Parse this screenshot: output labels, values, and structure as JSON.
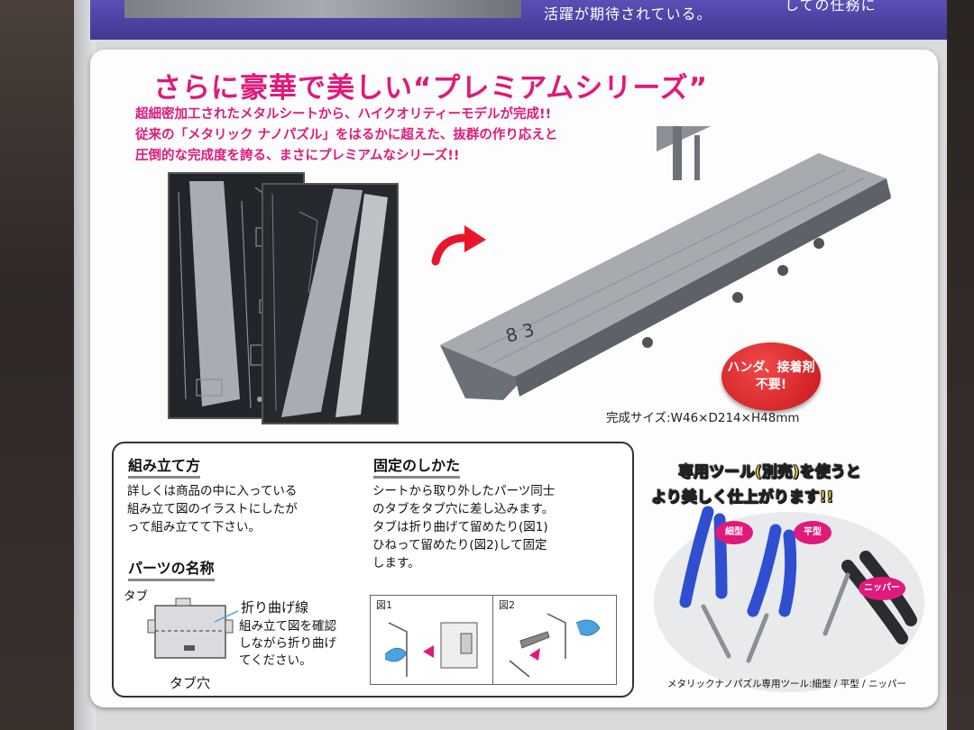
{
  "top_banner": {
    "text_left": "活躍が期待されている。",
    "text_right": "しての任務に"
  },
  "section": {
    "title": "さらに豪華で美しい“プレミアムシリーズ”",
    "description": [
      "超細密加工されたメタルシートから、ハイクオリティーモデルが完成!!",
      "従来の「メタリック ナノパズル」をはるかに超えた、抜群の作り応えと",
      "圧倒的な完成度を誇る、まさにプレミアムなシリーズ!!"
    ]
  },
  "badge": {
    "line1": "ハンダ、接着剤",
    "line2": "不要!"
  },
  "size_text": "完成サイズ:W46×D214×H48mm",
  "instructions": {
    "assembly": {
      "heading": "組み立て方",
      "lines": [
        "詳しくは商品の中に入っている",
        "組み立て図のイラストにしたが",
        "って組み立てて下さい。"
      ]
    },
    "parts": {
      "heading": "パーツの名称",
      "tab_label": "タブ",
      "fold_label": "折り曲げ線",
      "fold_notes": [
        "組み立て図を確認",
        "しながら折り曲げ",
        "てください。"
      ],
      "tab_hole_label": "タブ穴"
    },
    "fixing": {
      "heading": "固定のしかた",
      "lines": [
        "シートから取り外したパーツ同士",
        "のタブをタブ穴に差し込みます。",
        "タブは折り曲げて留めたり(図1)",
        "ひねって留めたり(図2)して固定",
        "します。"
      ],
      "fig1_label": "図1",
      "fig2_label": "図2"
    }
  },
  "tools": {
    "headline1": "専用ツール(別売)を使うと",
    "headline2": "より美しく仕上がります!!",
    "tags": [
      "細型",
      "平型",
      "ニッパー"
    ],
    "caption": "メタリックナノパズル専用ツール:細型 / 平型 / ニッパー"
  },
  "colors": {
    "accent": "#e0197b",
    "badge": "#d4181d",
    "plier_blue": "#2f4fd0",
    "banner": "#4a3fa0"
  }
}
